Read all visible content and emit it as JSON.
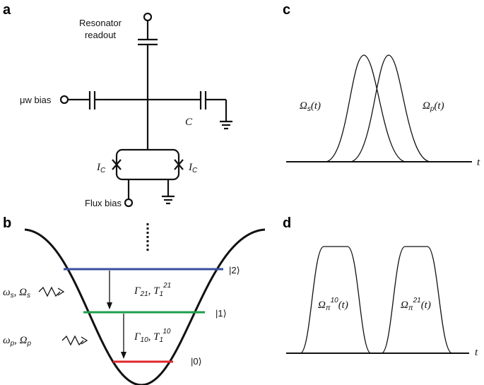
{
  "panels": {
    "a": "a",
    "b": "b",
    "c": "c",
    "d": "d"
  },
  "circuit": {
    "resonator_line1": "Resonator",
    "resonator_line2": "readout",
    "uw_bias": "μw bias",
    "capacitor": "C",
    "ic_symbol": "I",
    "ic_subscript": "C",
    "flux_bias": "Flux bias"
  },
  "levels": {
    "level2": "|2⟩",
    "level1": "|1⟩",
    "level0": "|0⟩",
    "level_colors": {
      "level2": "#3a4fa0",
      "level1": "#1e9e4a",
      "level0": "#e0262b"
    },
    "stokes": {
      "w": "ω",
      "w_sub": "s",
      "sep": ", ",
      "O": "Ω",
      "O_sub": "s"
    },
    "pump": {
      "w": "ω",
      "w_sub": "p",
      "sep": ", ",
      "O": "Ω",
      "O_sub": "p"
    },
    "decay21": {
      "G": "Γ",
      "G_sub": "21",
      "sep": ", ",
      "T": "T",
      "T_sub": "1",
      "T_sup": "21"
    },
    "decay10": {
      "G": "Γ",
      "G_sub": "10",
      "sep": ", ",
      "T": "T",
      "T_sub": "1",
      "T_sup": "10"
    }
  },
  "pulses_c": {
    "axis_label": "t",
    "stokes": {
      "sym": "Ω",
      "sub": "s",
      "arg": "(t)"
    },
    "pump": {
      "sym": "Ω",
      "sub": "p",
      "arg": "(t)"
    }
  },
  "pulses_d": {
    "axis_label": "t",
    "pi10": {
      "sym": "Ω",
      "sub": "π",
      "sup": "10",
      "arg": "(t)"
    },
    "pi21": {
      "sym": "Ω",
      "sub": "π",
      "sup": "21",
      "arg": "(t)"
    }
  }
}
